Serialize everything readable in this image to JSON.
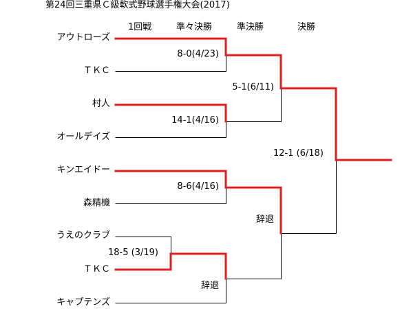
{
  "title": "第24回三重県Ｃ級軟式野球選手権大会(2017)",
  "columns": [
    "1回戦",
    "準々決勝",
    "準決勝",
    "決勝"
  ],
  "teams": [
    "アウトローズ",
    "ＴＫＣ",
    "村人",
    "オールデイズ",
    "キンエイドー",
    "森精機",
    "うえのクラブ",
    "ＴＫＣ",
    "キャプテンズ"
  ],
  "scores": {
    "qf1": "8-0(4/23)",
    "qf2": "14-1(4/16)",
    "qf3": "8-6(4/16)",
    "r1": "18-5 (3/19)",
    "qf4": "辞退",
    "sf1": "5-1(6/11)",
    "sf2": "辞退",
    "final": "12-1 (6/18)"
  },
  "colors": {
    "winner": "#e02020",
    "line": "#000000"
  }
}
